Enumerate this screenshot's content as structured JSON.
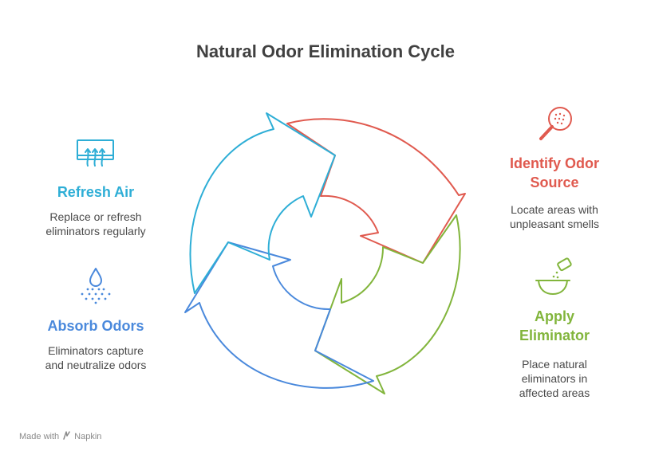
{
  "title": "Natural Odor Elimination Cycle",
  "steps": {
    "identify": {
      "title_lines": [
        "Identify Odor",
        "Source"
      ],
      "desc_lines": [
        "Locate areas with",
        "unpleasant smells"
      ],
      "color": "#e05a4f",
      "icon": "magnifier-icon"
    },
    "apply": {
      "title_lines": [
        "Apply",
        "Eliminator"
      ],
      "desc_lines": [
        "Place natural",
        "eliminators in",
        "affected areas"
      ],
      "color": "#82b53c",
      "icon": "shaker-bowl-icon"
    },
    "absorb": {
      "title_lines": [
        "Absorb Odors"
      ],
      "desc_lines": [
        "Eliminators capture",
        "and neutralize odors"
      ],
      "color": "#4a89dc",
      "icon": "droplet-icon"
    },
    "refresh": {
      "title_lines": [
        "Refresh Air"
      ],
      "desc_lines": [
        "Replace or refresh",
        "eliminators regularly"
      ],
      "color": "#2eaed6",
      "icon": "air-vent-icon"
    }
  },
  "footer": {
    "made_with": "Made with",
    "brand": "Napkin"
  }
}
